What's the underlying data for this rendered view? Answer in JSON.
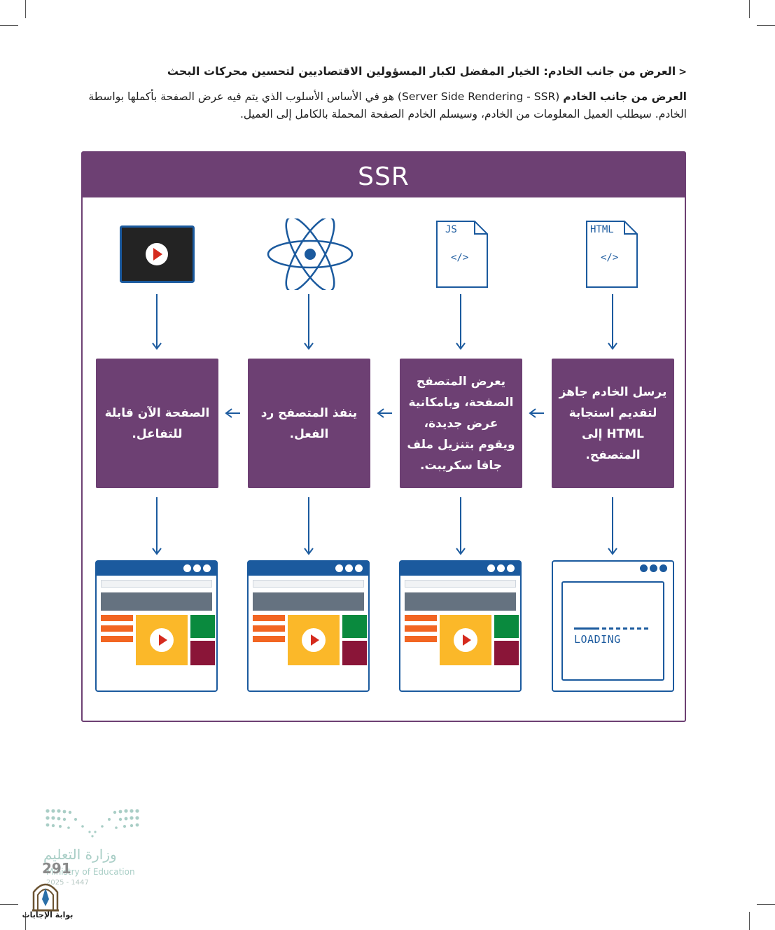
{
  "section": {
    "marker": "<",
    "heading": "العرض من جانب الخادم: الخيار المفضل لكبار المسؤولين الاقتصاديين لتحسين محركات البحث",
    "para_bold": "العرض من جانب الخادم",
    "para_rest_line1": " (Server Side Rendering - SSR) هو في الأساس الأسلوب الذي يتم فيه عرض الصفحة بأكملها بواسطة",
    "para_line2": "الخادم. سيطلب العميل المعلومات من الخادم، وسيسلم الخادم الصفحة المحملة بالكامل إلى العميل."
  },
  "diagram": {
    "title": "SSR",
    "files": [
      {
        "label": "HTML",
        "code": "</>",
        "icon": "html-file-icon"
      },
      {
        "label": "JS",
        "code": "</>",
        "icon": "js-file-icon"
      }
    ],
    "icons": [
      "react-atom-icon",
      "video-player-icon"
    ],
    "steps": [
      "يرسل الخادم جاهز لتقديم استجابة HTML إلى المتصفح.",
      "يعرض المتصفح الصفحة، وبامكانية عرض جديدة، ويقوم بتنزيل ملف جافا سكريبت.",
      "ينفذ المتصفح رد الفعل.",
      "الصفحة الآن قابلة للتفاعل."
    ],
    "loading_text": "LOADING",
    "colors": {
      "purple": "#6d4073",
      "blue": "#1b5a9e",
      "orange": "#f26522",
      "yellow": "#fbb829",
      "green": "#0a8a3e",
      "maroon": "#8a1538"
    }
  },
  "footer": {
    "page_number": "291",
    "ministry_ar": "وزارة التعليم",
    "ministry_en": "Ministry of Education",
    "year": "2025 - 1447",
    "site": "بوابة الإجابات"
  }
}
